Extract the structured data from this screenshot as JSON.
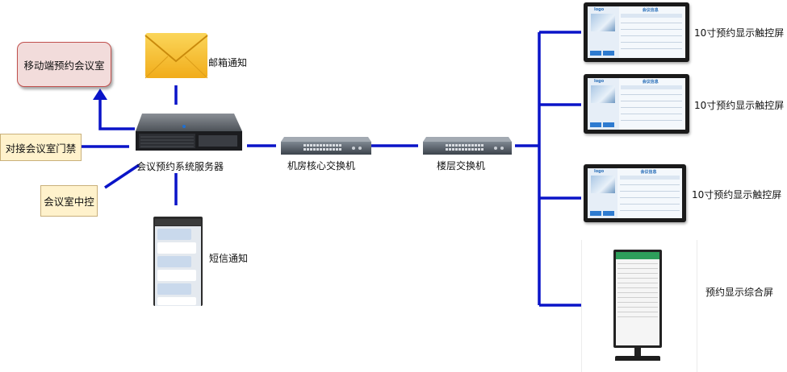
{
  "nodes": {
    "mobile": "移动端预约会议室",
    "email": "邮箱通知",
    "door": "对接会议室门禁",
    "server": "会议预约系统服务器",
    "central_control": "会议室中控",
    "sms": "短信通知",
    "core_switch": "机房核心交换机",
    "floor_switch": "楼层交换机",
    "touch_screen_1": "10寸预约显示触控屏",
    "touch_screen_2": "10寸预约显示触控屏",
    "touch_screen_3": "10寸预约显示触控屏",
    "combined_screen": "预约显示综合屏"
  },
  "screen_ui": {
    "logo": "logo",
    "title": "会议信息"
  },
  "colors": {
    "link": "#0a14c8",
    "mobile_border": "#c0504d",
    "mobile_fill": "#f2dcdb",
    "note_fill": "#fff2cc",
    "envelope": "#f7c12e"
  }
}
